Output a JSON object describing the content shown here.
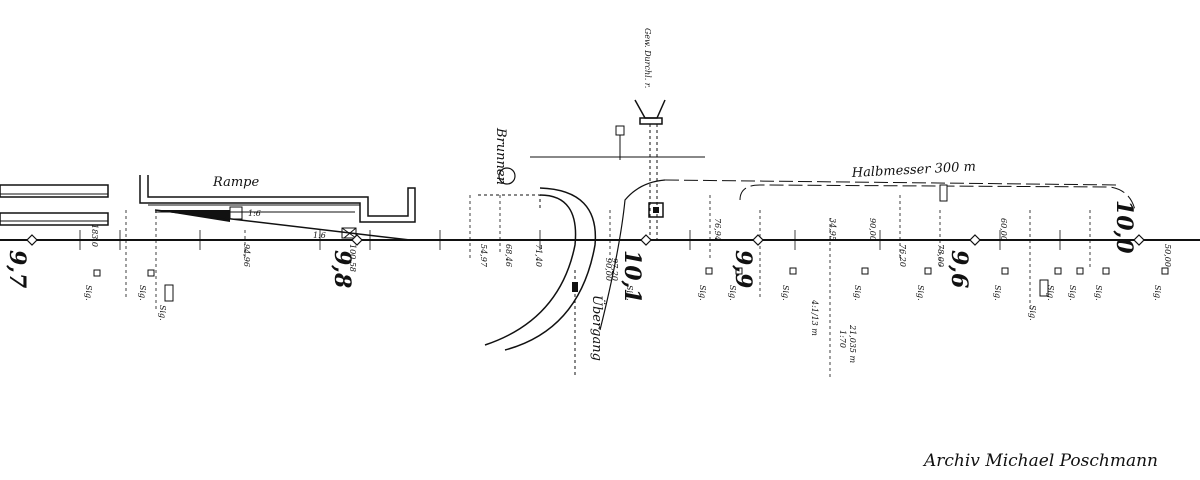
{
  "labels": {
    "rampe": "Rampe",
    "brunnen": "Brunnen",
    "halbmesser": "Halbmesser 300 m",
    "uebergang": "Übergang",
    "durchlass": "Gew. Durchl. r. ",
    "slope_1": "1:6",
    "slope_2": "1:6",
    "gradient": "1:70",
    "gradient_2": "4:1/13 m",
    "gradient_3": "21,035 m"
  },
  "km_marks": [
    "9,7",
    "9,8",
    "10,1",
    "9,9",
    "9,6",
    "10,0"
  ],
  "stations": [
    "183,0",
    "54,97",
    "90,00",
    "97,20",
    "76,94",
    "68,46",
    "71,40",
    "94,96",
    "100,58",
    "34,95",
    "90,00",
    "76,20",
    "60,00",
    "78,00",
    "50,00"
  ],
  "signals": [
    "Sig.",
    "Sig.",
    "Sig.",
    "Sig.",
    "Sig.",
    "Sig.",
    "Sig.",
    "Sig.",
    "Sig.",
    "Sig.",
    "Sig.",
    "Sig.",
    "Sig.",
    "Sig.",
    "Sig."
  ],
  "credit": "Archiv Michael Poschmann"
}
